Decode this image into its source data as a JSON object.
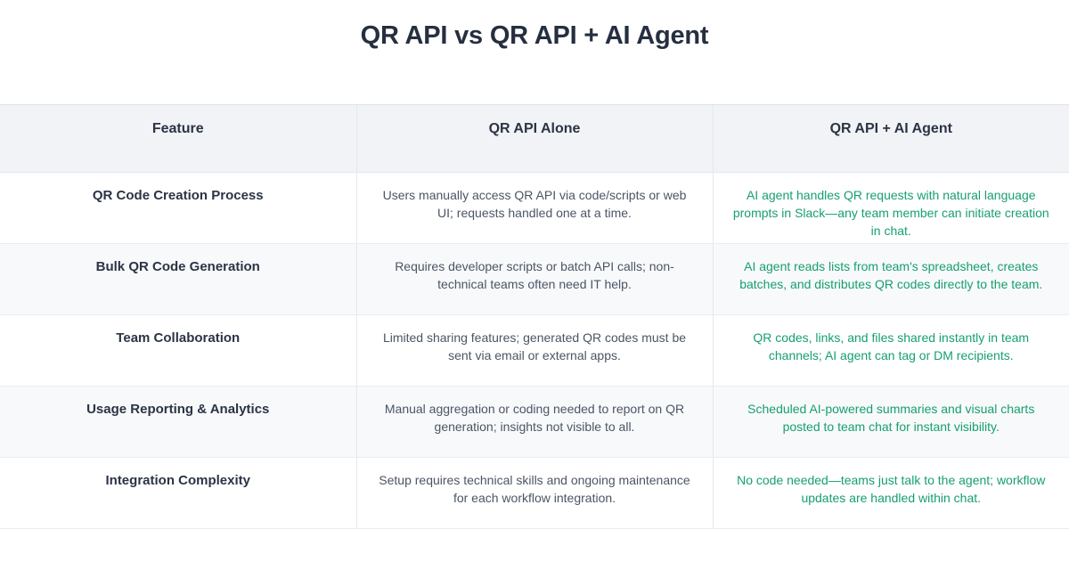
{
  "page": {
    "title": "QR API vs QR API + AI Agent",
    "background_color": "#ffffff",
    "title_color": "#252f40"
  },
  "colors": {
    "header_background": "#f1f3f6",
    "row_alt_background": "#f8f9fb",
    "row_background": "#ffffff",
    "border": "#e4e8ed",
    "feature_text": "#2b3445",
    "alone_text": "#4b5565",
    "agent_text": "#17a06d"
  },
  "table": {
    "columns": [
      {
        "key": "feature",
        "label": "Feature"
      },
      {
        "key": "alone",
        "label": "QR API Alone"
      },
      {
        "key": "agent",
        "label": "QR API + AI Agent"
      }
    ],
    "rows": [
      {
        "feature": "QR Code Creation Process",
        "alone": "Users manually access QR API via code/scripts or web UI; requests handled one at a time.",
        "agent": "AI agent handles QR requests with natural language prompts in Slack—any team member can initiate creation in chat."
      },
      {
        "feature": "Bulk QR Code Generation",
        "alone": "Requires developer scripts or batch API calls; non-technical teams often need IT help.",
        "agent": "AI agent reads lists from team's spreadsheet, creates batches, and distributes QR codes directly to the team."
      },
      {
        "feature": "Team Collaboration",
        "alone": "Limited sharing features; generated QR codes must be sent via email or external apps.",
        "agent": "QR codes, links, and files shared instantly in team channels; AI agent can tag or DM recipients."
      },
      {
        "feature": "Usage Reporting & Analytics",
        "alone": "Manual aggregation or coding needed to report on QR generation; insights not visible to all.",
        "agent": "Scheduled AI-powered summaries and visual charts posted to team chat for instant visibility."
      },
      {
        "feature": "Integration Complexity",
        "alone": "Setup requires technical skills and ongoing maintenance for each workflow integration.",
        "agent": "No code needed—teams just talk to the agent; workflow updates are handled within chat."
      }
    ]
  }
}
